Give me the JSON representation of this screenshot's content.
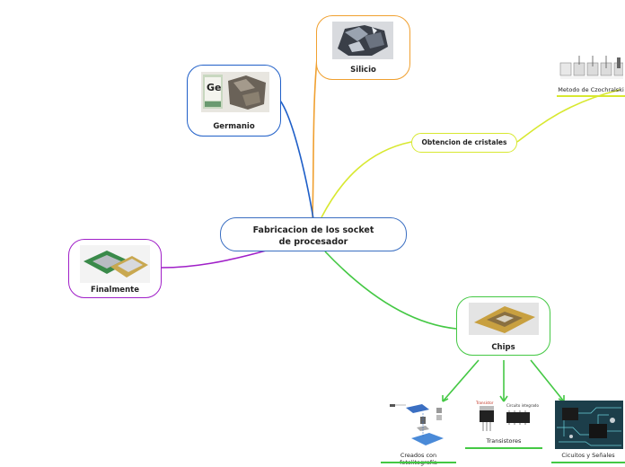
{
  "central": {
    "label": "Fabricacion de los socket de procesador",
    "color": "#3b6fc2"
  },
  "nodes": {
    "silicio": {
      "label": "Silicio",
      "color": "#f0a030"
    },
    "germanio": {
      "label": "Germanio",
      "color": "#1f5fc8"
    },
    "finalmente": {
      "label": "Finalmente",
      "color": "#a020c8"
    },
    "chips": {
      "label": "Chips",
      "color": "#44c844"
    },
    "cristales": {
      "label": "Obtencion de cristales",
      "color": "#d8e830"
    },
    "czochralski": {
      "label": "Metodo de Czochralski",
      "color": "#d8e830"
    },
    "foto": {
      "label": "Creados con fotolitografía",
      "color": "#44c844"
    },
    "transistores": {
      "label": "Transistores",
      "color": "#44c844"
    },
    "circuitos": {
      "label": "Cicuitos y Señales",
      "color": "#44c844"
    }
  },
  "image_text": {
    "ge_symbol": "Ge",
    "transistor_label": "Transistor",
    "circuito_label": "Circuito integrado"
  }
}
